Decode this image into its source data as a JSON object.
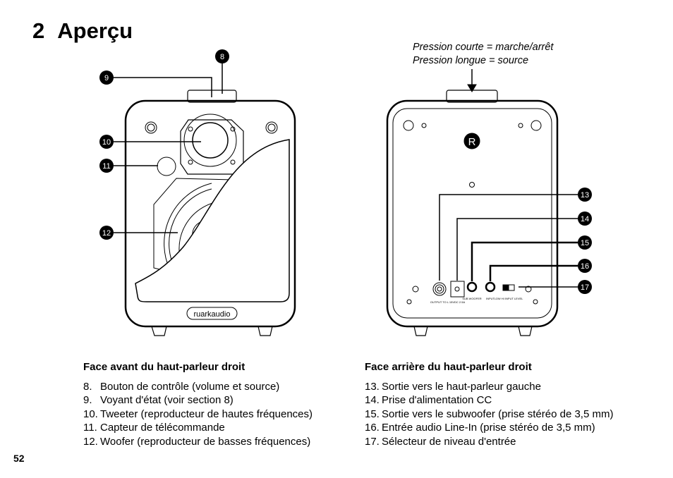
{
  "section_number": "2",
  "title": "Aperçu",
  "note": [
    "Pression courte = marche/arrêt",
    "Pression longue = source"
  ],
  "callouts": [
    "8",
    "9",
    "10",
    "11",
    "12",
    "R",
    "13",
    "14",
    "15",
    "16",
    "17"
  ],
  "front_logo": "ruarkaudio",
  "rear_labels": {
    "output": "OUTPUT TO L",
    "power": "15VDC 2.5A",
    "sub": "SUB WOOFER",
    "input": "INPUT",
    "level": "LOW HI INPUT LEVEL"
  },
  "front": {
    "heading": "Face avant du haut-parleur droit",
    "items": [
      {
        "n": "8.",
        "t": "Bouton de contrôle (volume et source)"
      },
      {
        "n": "9.",
        "t": "Voyant d'état (voir section 8)"
      },
      {
        "n": "10.",
        "t": "Tweeter (reproducteur de hautes fréquences)"
      },
      {
        "n": "11.",
        "t": "Capteur de télécommande"
      },
      {
        "n": "12.",
        "t": "Woofer (reproducteur de basses fréquences)"
      }
    ]
  },
  "rear": {
    "heading": "Face arrière du haut-parleur droit",
    "items": [
      {
        "n": "13.",
        "t": "Sortie vers le haut-parleur gauche"
      },
      {
        "n": "14.",
        "t": "Prise d'alimentation CC"
      },
      {
        "n": "15.",
        "t": "Sortie vers le subwoofer (prise stéréo de 3,5 mm)"
      },
      {
        "n": "16.",
        "t": "Entrée audio Line-In (prise stéréo de 3,5 mm)"
      },
      {
        "n": "17.",
        "t": "Sélecteur de niveau d'entrée"
      }
    ]
  },
  "page_number": "52"
}
